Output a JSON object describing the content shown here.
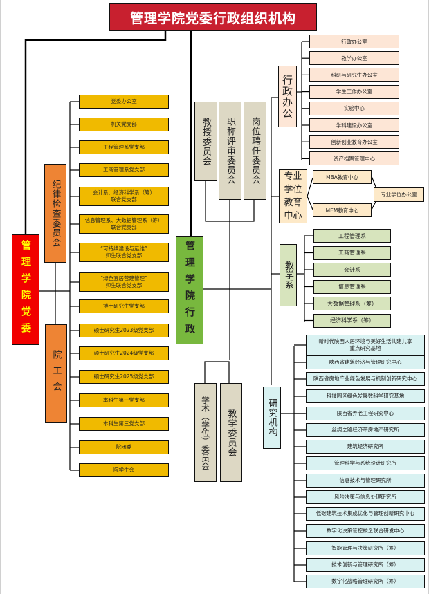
{
  "title": "管理学院党委行政组织机构",
  "party": {
    "root": "管理学院党委",
    "discipline": "纪律检查委员会",
    "union": "院工会",
    "branches": [
      "党委办公室",
      "机关党支部",
      "工程管理系党支部",
      "工商管理系党支部",
      "会计系、经济科学系（筹）\n联合党支部",
      "信息管理系、大数据管理系（筹）\n联合党支部",
      "“可持续建设与运维”\n师生联合党支部",
      "“绿色宜居营建管理”\n师生联合党支部",
      "博士研究生党支部",
      "硕士研究生2023级党支部",
      "硕士研究生2024级党支部",
      "硕士研究生2025级党支部",
      "本科生第一党支部",
      "本科生第三党支部",
      "院团委",
      "院学生会"
    ]
  },
  "admin": {
    "root": "管理学院行政",
    "committees_top": [
      "教授委员会",
      "职称评审委员会",
      "岗位聘任委员会"
    ],
    "committees_bottom": [
      "学术（学位）委员会",
      "教学委员会"
    ],
    "office": {
      "label": "行政办公",
      "items": [
        "行政办公室",
        "教学办公室",
        "科研与研究生办公室",
        "学生工作办公室",
        "实验中心",
        "学科建设办公室",
        "创新创业教育办公室",
        "资产档案管理中心"
      ]
    },
    "professional": {
      "label": "专业学位教育中心",
      "items": [
        "MBA教育中心",
        "MEM教育中心"
      ],
      "office": "专业学位办公室"
    },
    "departments": {
      "label": "教学系",
      "items": [
        "工程管理系",
        "工商管理系",
        "会计系",
        "信息管理系",
        "大数据管理系（筹）",
        "经济科学系（筹）"
      ]
    },
    "research": {
      "label": "研究机构",
      "items": [
        "新时代陕西人居环境与美好生活共建共享\n重点研究基地",
        "陕西省建筑经济与管理研究中心",
        "陕西省房地产业绿色发展与机制创新研究中心",
        "科技园区绿色发展数科学研究基地",
        "陕西省养老工程研究中心",
        "丝绸之路经济带房地产研究所",
        "建筑经济研究所",
        "管理科学与系统设计研究所",
        "信息技术与管理研究所",
        "风险决策与信息处理研究所",
        "低碳建筑技术集成优化与管理创新研究中心",
        "数字化决策管控校企联合研发中心",
        "智能管理与决策研究所（筹）",
        "技术创新与管理研究所（筹）",
        "数字化战略管理研究所（筹）"
      ]
    }
  }
}
